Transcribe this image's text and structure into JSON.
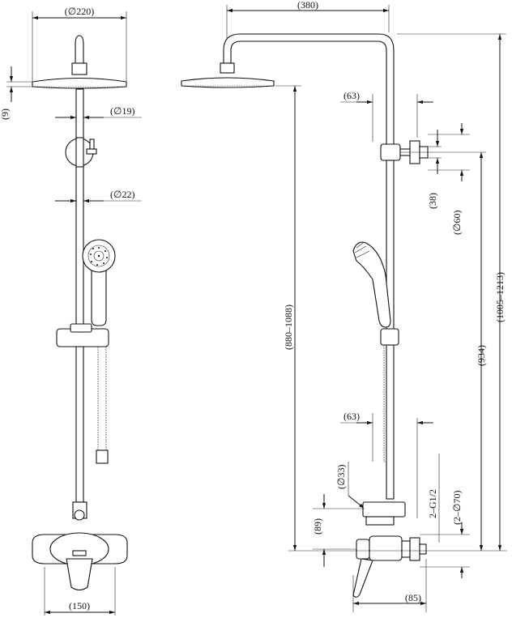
{
  "front_view": {
    "head_diameter": "(∅220)",
    "head_thickness": "(9)",
    "pipe_upper_diameter": "(∅19)",
    "pipe_lower_diameter": "(∅22)",
    "mixer_centers": "(150)"
  },
  "side_view": {
    "arm_reach": "(380)",
    "bracket_offset": "(63)",
    "bracket_height": "(38)",
    "bracket_diameter": "(∅60)",
    "head_height_range": "(880–1088)",
    "total_height_range": "(1005–1213)",
    "rail_height": "(934)",
    "lower_offset": "(63)",
    "diverter_diameter": "(∅33)",
    "inlet_thread": "2–G1/2",
    "escutcheon_diameter": "(2–∅70)",
    "mixer_height": "(89)",
    "mixer_depth": "(85)"
  },
  "colors": {
    "line": "#111111",
    "background": "#ffffff"
  }
}
